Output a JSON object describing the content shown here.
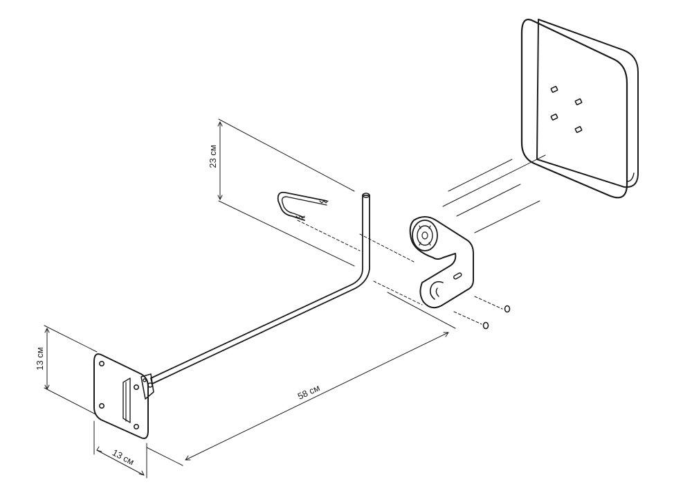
{
  "diagram": {
    "dimensions": {
      "rod_height": "23 см",
      "rod_length": "58 см",
      "plate_height": "13 см",
      "plate_width": "13 см"
    },
    "colors": {
      "line": "#1a1a1a",
      "background": "#ffffff",
      "fill": "#ffffff"
    },
    "parts": [
      "wall-plate",
      "l-rod",
      "u-staple",
      "mounting-bracket",
      "washers",
      "square-device"
    ]
  }
}
